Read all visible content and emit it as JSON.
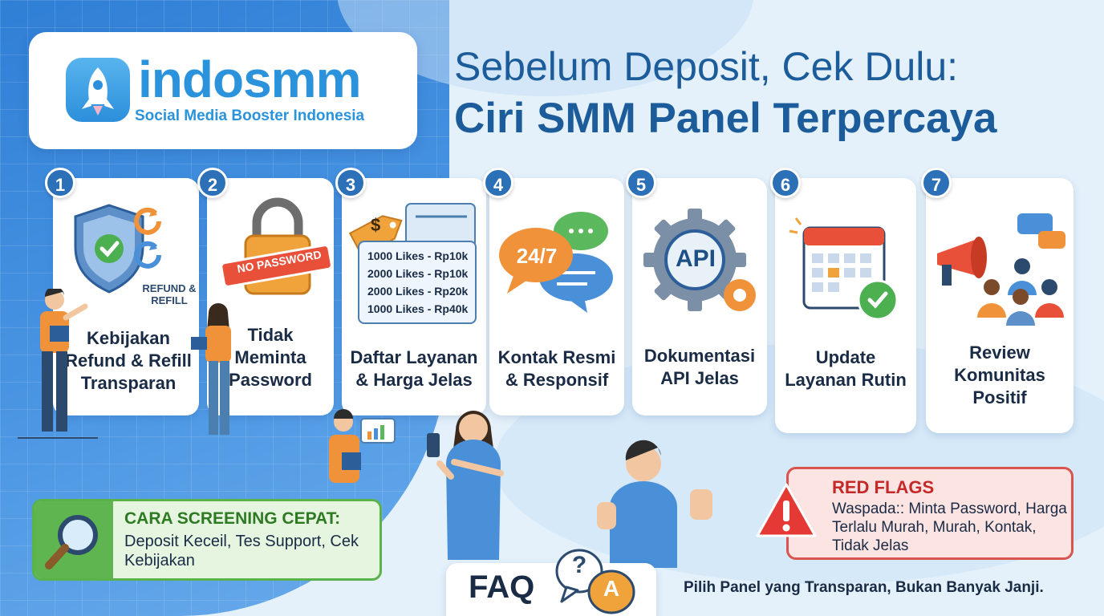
{
  "brand": {
    "name": "indosmm",
    "tagline": "Social Media Booster Indonesia"
  },
  "headline": {
    "line1": "Sebelum Deposit, Cek Dulu:",
    "line2": "Ciri SMM Panel Terpercaya"
  },
  "steps": [
    {
      "number": "1",
      "label": "Kebijakan Refund & Refill Transparan",
      "badge": "REFUND & REFILL"
    },
    {
      "number": "2",
      "label": "Tidak Meminta Password",
      "badge": "NO PASSWORD"
    },
    {
      "number": "3",
      "label": "Daftar Layanan & Harga Jelas",
      "badge": "$"
    },
    {
      "number": "4",
      "label": "Kontak Resmi & Responsif",
      "badge": "24/7"
    },
    {
      "number": "5",
      "label": "Dokumentasi API Jelas",
      "badge": "API"
    },
    {
      "number": "6",
      "label": "Update Layanan Rutin"
    },
    {
      "number": "7",
      "label": "Review Komunitas Positif"
    }
  ],
  "price_list": [
    "1000 Likes - Rp10k",
    "2000 Likes - Rp10k",
    "2000 Likes - Rp20k",
    "1000 Likes - Rp40k"
  ],
  "screening": {
    "title": "CARA SCREENING CEPAT:",
    "body": "Deposit Keceil, Tes Support, Cek Kebijakan"
  },
  "red_flags": {
    "title": "RED FLAGS",
    "body": "Waspada:: Minta Password, Harga Terlalu Murah, Murah, Kontak, Tidak Jelas"
  },
  "faq": {
    "label": "FAQ",
    "bubble_q": "?",
    "bubble_a": "A"
  },
  "slogan": "Pilih Panel yang Transparan, Bukan Banyak Janji.",
  "colors": {
    "primary": "#2c70b8",
    "brand": "#2a93dc",
    "headline": "#1d5c9a",
    "green": "#5ab24b",
    "red": "#d9534f",
    "orange": "#f0923a"
  }
}
